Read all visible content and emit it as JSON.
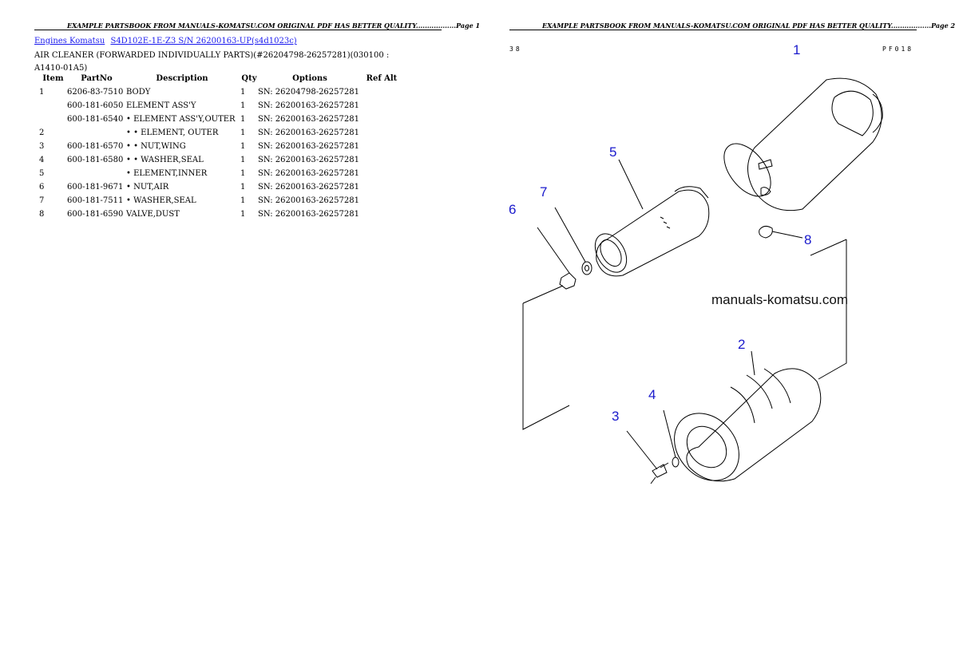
{
  "left_page": {
    "banner": "EXAMPLE PARTSBOOK FROM MANUALS-KOMATSU.COM ORIGINAL PDF HAS BETTER QUALITY..................Page 1",
    "breadcrumbs": [
      "Engines Komatsu",
      "S4D102E-1E-Z3 S/N 26200163-UP(s4d1023c)"
    ],
    "section_title": "AIR CLEANER (FORWARDED INDIVIDUALLY PARTS)(#26204798-26257281)(030100 : A1410-01A5)",
    "table": {
      "headers": [
        "Item",
        "PartNo",
        "Description",
        "Qty",
        "Options",
        "Ref Alt"
      ],
      "rows": [
        [
          "1",
          "6206-83-7510",
          "BODY",
          "1",
          "SN: 26204798-26257281",
          ""
        ],
        [
          "",
          "600-181-6050",
          "ELEMENT ASS'Y",
          "1",
          "SN: 26200163-26257281",
          ""
        ],
        [
          "",
          "600-181-6540",
          "• ELEMENT ASS'Y,OUTER",
          "1",
          "SN: 26200163-26257281",
          ""
        ],
        [
          "2",
          "",
          "• • ELEMENT, OUTER",
          "1",
          "SN: 26200163-26257281",
          ""
        ],
        [
          "3",
          "600-181-6570",
          "• • NUT,WING",
          "1",
          "SN: 26200163-26257281",
          ""
        ],
        [
          "4",
          "600-181-6580",
          "• • WASHER,SEAL",
          "1",
          "SN: 26200163-26257281",
          ""
        ],
        [
          "5",
          "",
          "• ELEMENT,INNER",
          "1",
          "SN: 26200163-26257281",
          ""
        ],
        [
          "6",
          "600-181-9671",
          "• NUT,AIR",
          "1",
          "SN: 26200163-26257281",
          ""
        ],
        [
          "7",
          "600-181-7511",
          "• WASHER,SEAL",
          "1",
          "SN: 26200163-26257281",
          ""
        ],
        [
          "8",
          "600-181-6590",
          "VALVE,DUST",
          "1",
          "SN: 26200163-26257281",
          ""
        ]
      ]
    }
  },
  "right_page": {
    "banner": "EXAMPLE PARTSBOOK FROM MANUALS-KOMATSU.COM ORIGINAL PDF HAS BETTER QUALITY..................Page 2",
    "corner_left": "38",
    "corner_right": "PF018",
    "watermark": "manuals-komatsu.com",
    "callouts": [
      "1",
      "2",
      "3",
      "4",
      "5",
      "6",
      "7",
      "8"
    ]
  },
  "colors": {
    "link": "#1a1aee",
    "callout": "#1a1acc",
    "ink": "#000000"
  }
}
